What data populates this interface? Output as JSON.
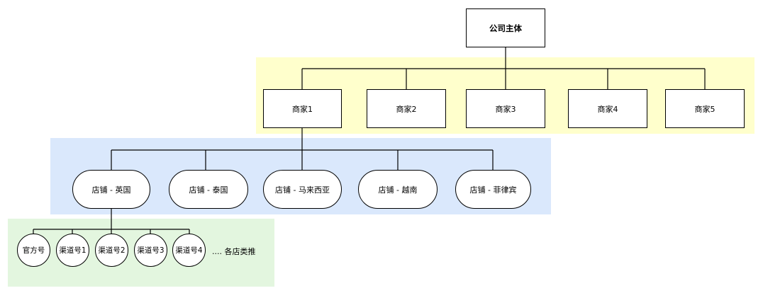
{
  "colors": {
    "merchant_band": "#FFFFCC",
    "store_band": "#DAE8FC",
    "channel_band": "#E3F6DF",
    "line": "#000000",
    "node_fill": "#FFFFFF",
    "node_border": "#000000"
  },
  "root": {
    "label": "公司主体"
  },
  "merchants": [
    {
      "label": "商家1"
    },
    {
      "label": "商家2"
    },
    {
      "label": "商家3"
    },
    {
      "label": "商家4"
    },
    {
      "label": "商家5"
    }
  ],
  "stores": [
    {
      "label": "店铺 - 英国"
    },
    {
      "label": "店铺 - 泰国"
    },
    {
      "label": "店铺 - 马来西亚"
    },
    {
      "label": "店铺 - 越南"
    },
    {
      "label": "店铺 - 菲律宾"
    }
  ],
  "channels": [
    {
      "label": "官方号"
    },
    {
      "label": "渠道号1"
    },
    {
      "label": "渠道号2"
    },
    {
      "label": "渠道号3"
    },
    {
      "label": "渠道号4"
    }
  ],
  "channels_more": ".... 各店类推"
}
